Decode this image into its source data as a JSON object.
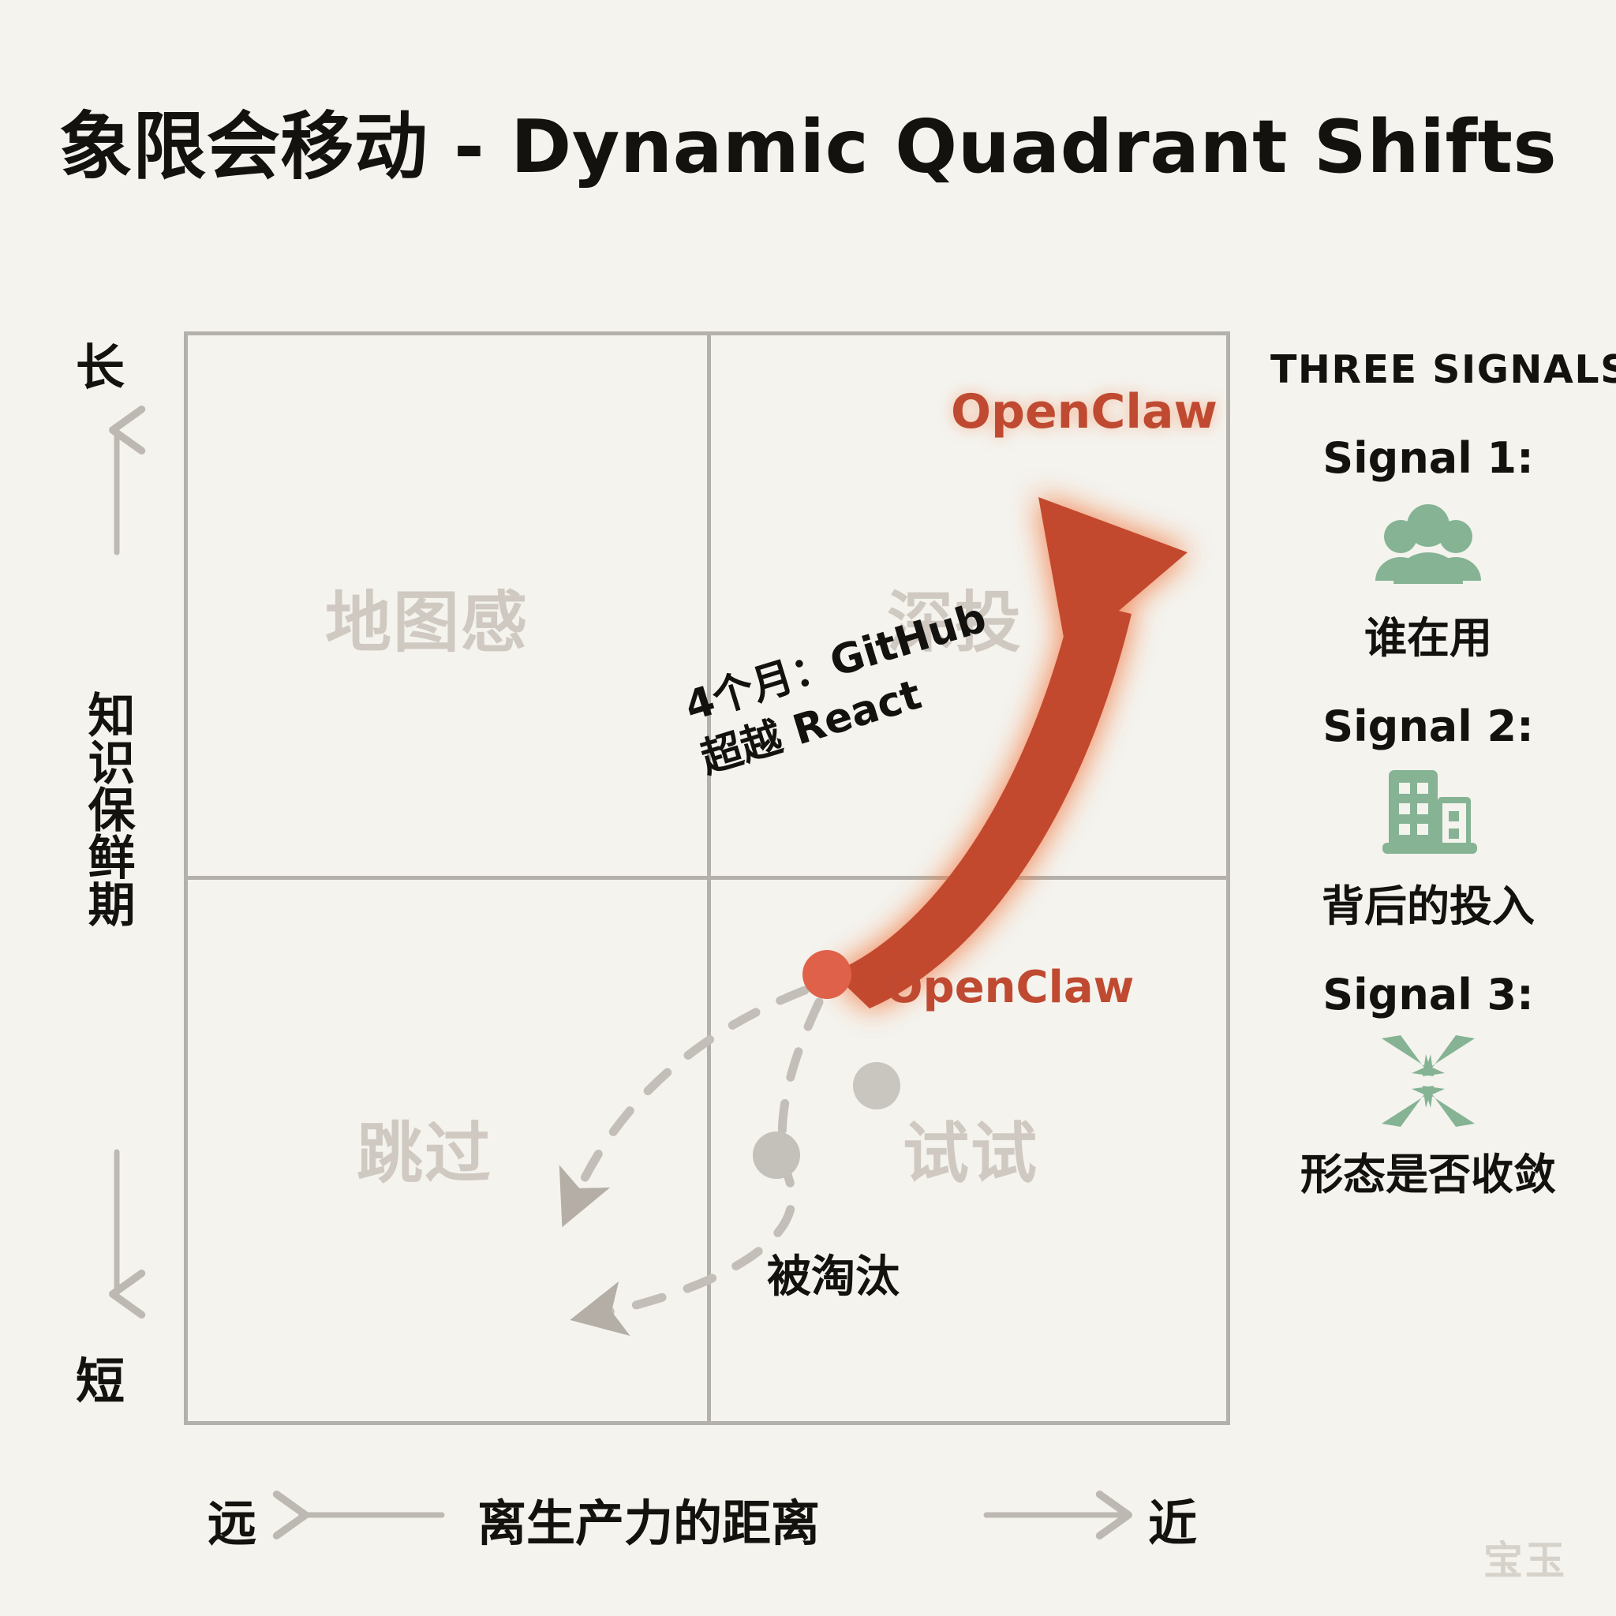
{
  "title": "象限会移动 - Dynamic Quadrant Shifts",
  "colors": {
    "background": "#f4f3ee",
    "frame": "#b4b1ac",
    "quadrant_label": "#cfc9c1",
    "accent": "#bf4a31",
    "dot_active": "#e0614a",
    "dot_faded": "#c9c5bf",
    "signal_icon": "#85b394",
    "text": "#14120f",
    "watermark": "#d6d2ca"
  },
  "axes": {
    "y": {
      "title": "知识保鲜期",
      "high_label": "长",
      "low_label": "短",
      "up_arrow_icon": "arrow-up-icon",
      "down_arrow_icon": "arrow-down-icon"
    },
    "x": {
      "title": "离生产力的距离",
      "left_label": "远",
      "right_label": "近",
      "left_arrow_icon": "arrow-left-icon",
      "right_arrow_icon": "arrow-right-icon"
    }
  },
  "quadrants": {
    "top_left": "地图感",
    "top_right": "深投",
    "bottom_left": "跳过",
    "bottom_right": "试试"
  },
  "annotations": {
    "openclaw_top": "OpenClaw",
    "openclaw_bottom": "OpenClaw",
    "growth_note_line1": "4个月：GitHub",
    "growth_note_line2": "超越 React",
    "decline_note": "被淘汰"
  },
  "signals": {
    "heading": "THREE SIGNALS",
    "items": [
      {
        "title": "Signal 1:",
        "icon": "people-group-icon",
        "caption": "谁在用"
      },
      {
        "title": "Signal 2:",
        "icon": "office-building-icon",
        "caption": "背后的投入"
      },
      {
        "title": "Signal 3:",
        "icon": "converge-arrows-icon",
        "caption": "形态是否收敛"
      }
    ]
  },
  "watermark": "宝玉",
  "chart_data": {
    "type": "scatter",
    "title": "象限会移动 - Dynamic Quadrant Shifts",
    "xlabel": "离生产力的距离",
    "ylabel": "知识保鲜期",
    "xlim": [
      "远",
      "近"
    ],
    "ylim": [
      "短",
      "长"
    ],
    "grid": true,
    "quadrant_names": [
      "地图感",
      "深投",
      "跳过",
      "试试"
    ],
    "points": [
      {
        "label": "OpenClaw",
        "x": 0.62,
        "y": 0.41,
        "state": "start",
        "color": "#e0614a"
      },
      {
        "label": "OpenClaw",
        "x": 0.88,
        "y": 0.95,
        "state": "end",
        "color": "#bf4a31"
      },
      {
        "label": "",
        "x": 0.7,
        "y": 0.24,
        "state": "faded",
        "color": "#c9c5bf"
      },
      {
        "label": "",
        "x": 0.61,
        "y": 0.19,
        "state": "faded",
        "color": "#c9c5bf"
      }
    ],
    "trajectories": [
      {
        "name": "OpenClaw rise",
        "from": [
          0.62,
          0.41
        ],
        "to": [
          0.88,
          0.95
        ],
        "style": "solid-thick-arrow",
        "annotation": "4个月：GitHub 超越 React"
      },
      {
        "name": "decline-a",
        "from": [
          0.62,
          0.41
        ],
        "to": [
          0.28,
          0.12
        ],
        "style": "dashed-arrow",
        "annotation": "被淘汰"
      },
      {
        "name": "decline-b",
        "from": [
          0.62,
          0.41
        ],
        "to": [
          0.26,
          0.04
        ],
        "style": "dashed-arrow",
        "annotation": "被淘汰"
      }
    ]
  }
}
